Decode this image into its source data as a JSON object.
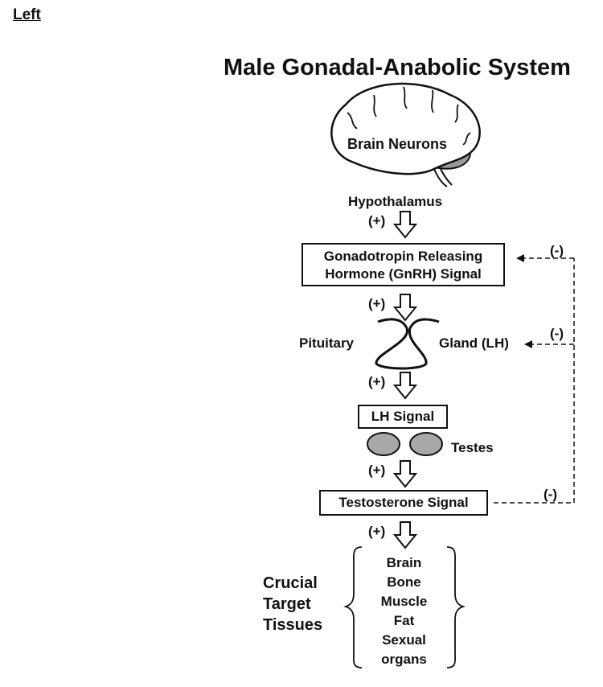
{
  "corner_label": "Left",
  "title": "Male Gonadal-Anabolic System",
  "brain": {
    "label": "Brain Neurons",
    "region": "Hypothalamus"
  },
  "plus_sign": "(+)",
  "minus_sign": "(-)",
  "gnrh": {
    "line1": "Gonadotropin Releasing",
    "line2": "Hormone (GnRH) Signal"
  },
  "pituitary": {
    "left": "Pituitary",
    "right": "Gland (LH)"
  },
  "lh_signal": "LH Signal",
  "testes": "Testes",
  "testosterone": "Testosterone Signal",
  "crucial": {
    "line1": "Crucial",
    "line2": "Target",
    "line3": "Tissues"
  },
  "tissues": [
    "Brain",
    "Bone",
    "Muscle",
    "Fat",
    "Sexual",
    "organs"
  ]
}
